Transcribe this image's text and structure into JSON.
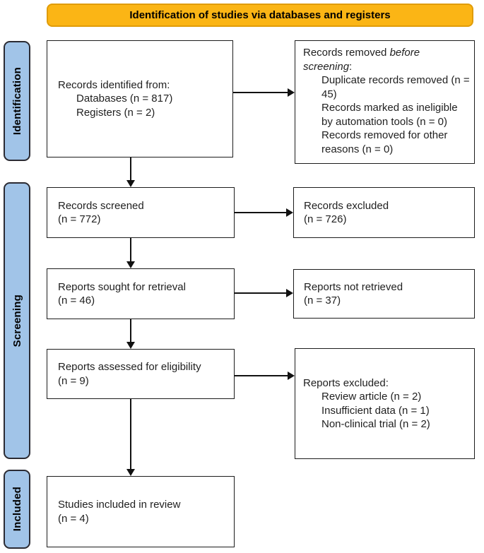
{
  "banner": {
    "title": "Identification of studies via databases and registers"
  },
  "sidebar": {
    "identification": "Identification",
    "screening": "Screening",
    "included": "Included"
  },
  "boxes": {
    "records_identified": {
      "title": "Records identified from:",
      "items": [
        "Databases (n = 817)",
        "Registers (n = 2)"
      ]
    },
    "records_removed": {
      "prefix": "Records removed ",
      "italic_word1": "before",
      "italic_word2": "screening",
      "suffix": ":",
      "items": [
        "Duplicate records removed (n = 45)",
        "Records marked as ineligible by automation tools (n = 0)",
        "Records removed for other reasons (n = 0)"
      ]
    },
    "records_screened": {
      "line1": "Records screened",
      "line2": "(n = 772)"
    },
    "records_excluded": {
      "line1": "Records excluded",
      "line2": "(n = 726)"
    },
    "reports_sought": {
      "line1": "Reports sought for retrieval",
      "line2": "(n = 46)"
    },
    "reports_not_retrieved": {
      "line1": "Reports not retrieved",
      "line2": "(n = 37)"
    },
    "reports_assessed": {
      "line1": "Reports assessed for eligibility",
      "line2": "(n = 9)"
    },
    "reports_excluded": {
      "title": "Reports excluded:",
      "items": [
        "Review article (n = 2)",
        "Insufficient data (n = 1)",
        "Non-clinical trial (n = 2)"
      ]
    },
    "studies_included": {
      "line1": "Studies included in review",
      "line2": "(n = 4)"
    }
  },
  "colors": {
    "banner_fill": "#FBB515",
    "banner_border": "#E09C08",
    "sidebar_fill": "#A1C4E8",
    "sidebar_border": "#2B2B33",
    "box_border": "#1C1C1C",
    "arrow": "#111111"
  }
}
